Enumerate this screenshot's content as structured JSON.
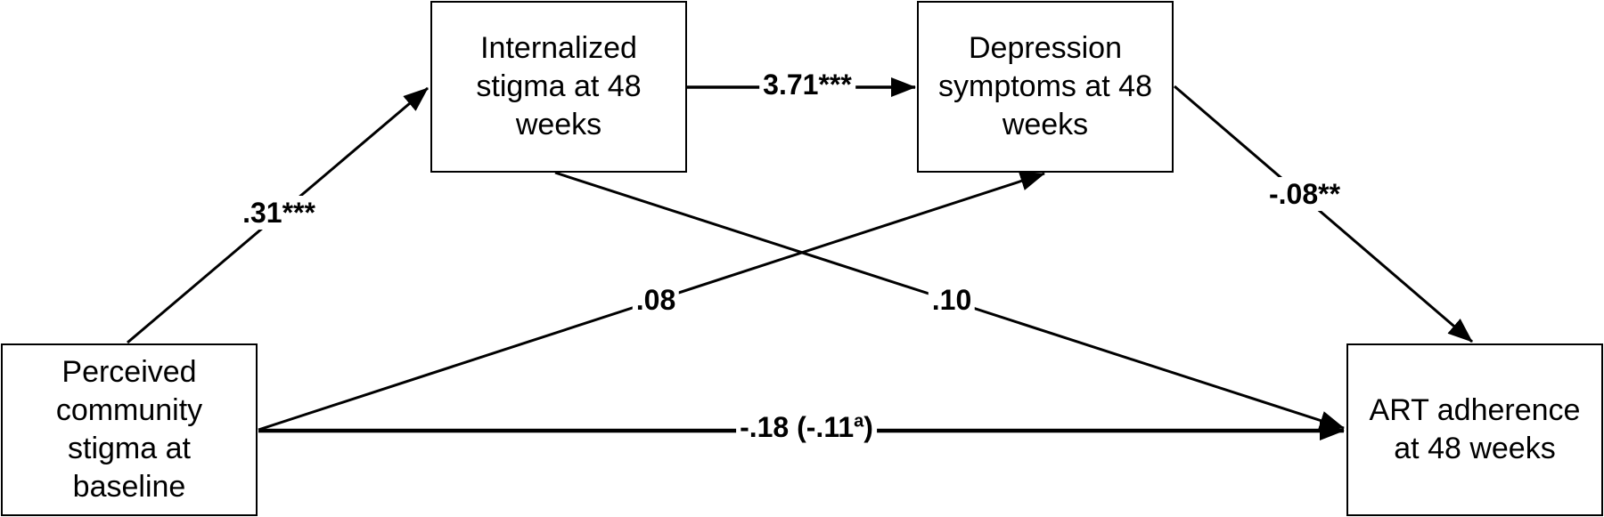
{
  "nodes": {
    "community_stigma": "Perceived community stigma at baseline",
    "internalized_stigma": "Internalized stigma at 48 weeks",
    "depression": "Depression symptoms at 48 weeks",
    "art_adherence": "ART adherence at 48 weeks"
  },
  "paths": {
    "community_to_internalized": ".31***",
    "internalized_to_depression": "3.71***",
    "depression_to_adherence": "-.08**",
    "community_to_depression": ".08",
    "internalized_to_adherence": ".10",
    "community_to_adherence_total": "-.18 (-.11",
    "community_to_adherence_sup": "a",
    "community_to_adherence_close": ")"
  }
}
